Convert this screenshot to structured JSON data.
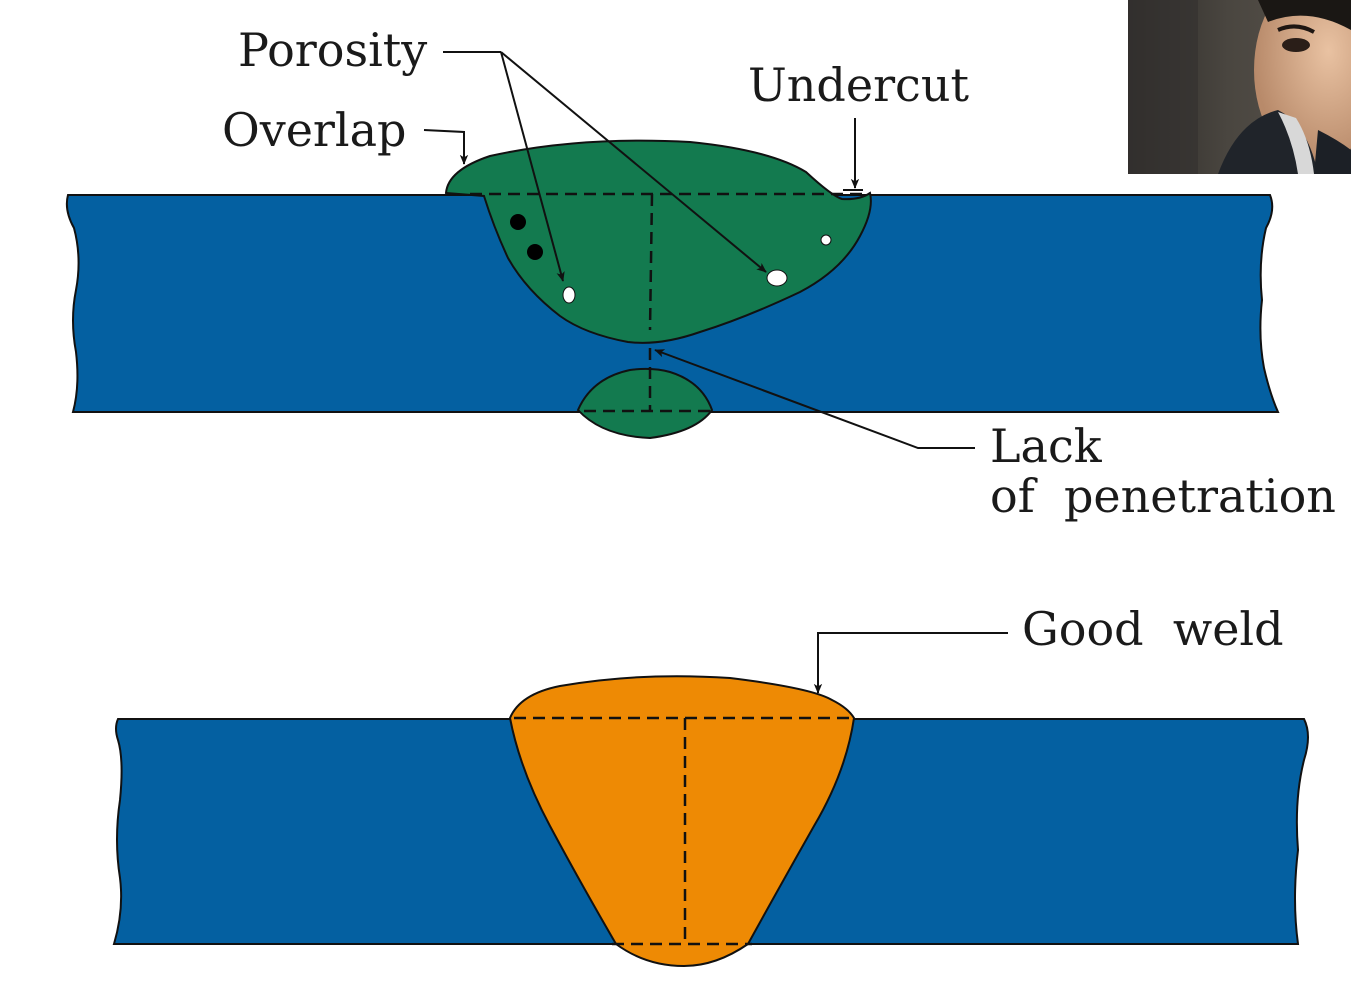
{
  "colors": {
    "plate": "#0460a1",
    "defect_weld": "#137a4f",
    "good_weld": "#ee8a04",
    "line": "#111111",
    "pore": "#ffffff",
    "inclusion": "#000000"
  },
  "defective_weld": {
    "labels": {
      "porosity": "Porosity",
      "overlap": "Overlap",
      "undercut": "Undercut",
      "lack_line1": "Lack",
      "lack_line2": "of  penetration"
    }
  },
  "good_weld": {
    "label": "Good  weld"
  },
  "webcam": {
    "icon": "presenter-webcam"
  }
}
